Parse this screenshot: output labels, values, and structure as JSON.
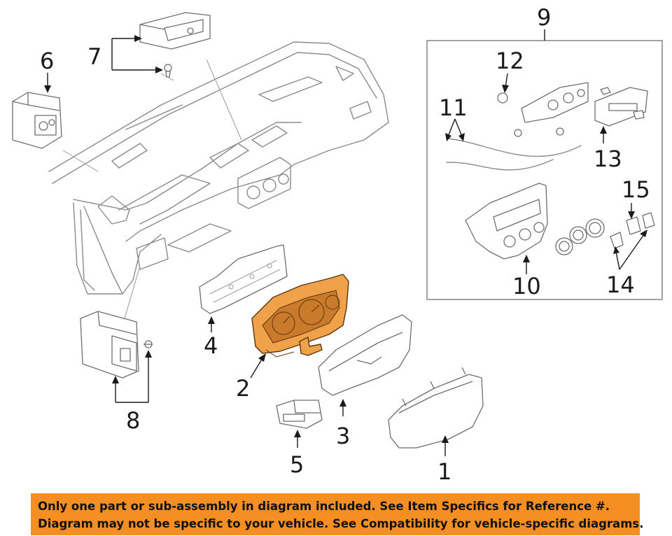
{
  "callouts": [
    {
      "id": "1",
      "label": "1"
    },
    {
      "id": "2",
      "label": "2"
    },
    {
      "id": "3",
      "label": "3"
    },
    {
      "id": "4",
      "label": "4"
    },
    {
      "id": "5",
      "label": "5"
    },
    {
      "id": "6",
      "label": "6"
    },
    {
      "id": "7",
      "label": "7"
    },
    {
      "id": "8",
      "label": "8"
    },
    {
      "id": "9",
      "label": "9"
    },
    {
      "id": "10",
      "label": "10"
    },
    {
      "id": "11",
      "label": "11"
    },
    {
      "id": "12",
      "label": "12"
    },
    {
      "id": "13",
      "label": "13"
    },
    {
      "id": "14",
      "label": "14"
    },
    {
      "id": "15",
      "label": "15"
    }
  ],
  "highlighted_part": "2",
  "notice": {
    "line1": "Only one part or sub-assembly in diagram included. See Item Specifics for Reference #.",
    "line2": "Diagram may not be specific to your vehicle. See Compatibility for vehicle-specific diagrams."
  },
  "colors": {
    "highlight": "#f0a24a",
    "banner": "#f58f24",
    "line": "#8a8a8a"
  }
}
